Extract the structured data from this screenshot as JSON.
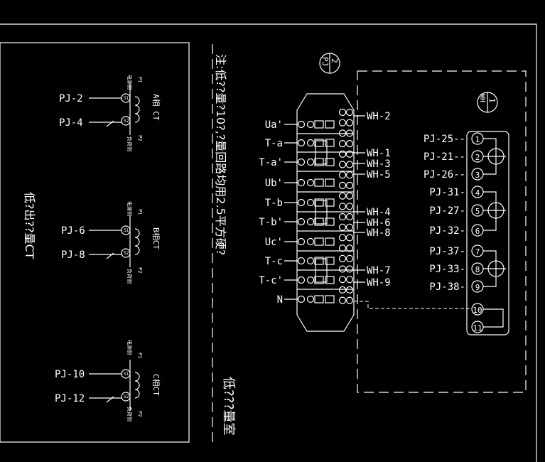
{
  "note_vertical": "注:低??量?10?,?量回路均用2.5平方硬?",
  "ct_section_title": "低?出??量CT",
  "room_label": "低???量室",
  "ct_units": [
    {
      "name": "A相 CT",
      "s1": "S1",
      "s2": "S2",
      "p1": "P1",
      "p2": "P2",
      "p1_side": "电源侧",
      "p2_side": "负荷侧",
      "pj_top": "PJ-2",
      "pj_bottom": "PJ-4"
    },
    {
      "name": "B相CT",
      "s1": "S1",
      "s2": "S2",
      "p1": "P1",
      "p2": "P2",
      "p1_side": "电源侧",
      "p2_side": "负荷侧",
      "pj_top": "PJ-6",
      "pj_bottom": "PJ-8"
    },
    {
      "name": "C相CT",
      "s1": "S1",
      "s2": "S2",
      "p1": "P1",
      "p2": "P2",
      "p1_side": "电源侧",
      "p2_side": "负荷侧",
      "pj_top": "PJ-10",
      "pj_bottom": "PJ-12"
    }
  ],
  "pj_badge": {
    "top": "2",
    "bottom": "PJ"
  },
  "wh_badge": {
    "top": "1",
    "bottom": "WH"
  },
  "terminal_left_labels": [
    "Ua'",
    "T-a",
    "T-a'",
    "Ub'",
    "T-b",
    "T-b'",
    "Uc'",
    "T-c",
    "T-c'",
    "N"
  ],
  "terminal_right_labels": [
    "WH-2",
    "WH-1",
    "WH-3",
    "WH-5",
    "WH-4",
    "WH-6",
    "WH-8",
    "WH-7",
    "WH-9"
  ],
  "meter_pins": [
    "1",
    "2",
    "3",
    "4",
    "5",
    "6",
    "7",
    "8",
    "9",
    "10",
    "11"
  ],
  "meter_pj_labels": [
    "PJ-25",
    "PJ-21",
    "PJ-26",
    "PJ-31",
    "PJ-27",
    "PJ-32",
    "PJ-37",
    "PJ-33",
    "PJ-38"
  ]
}
